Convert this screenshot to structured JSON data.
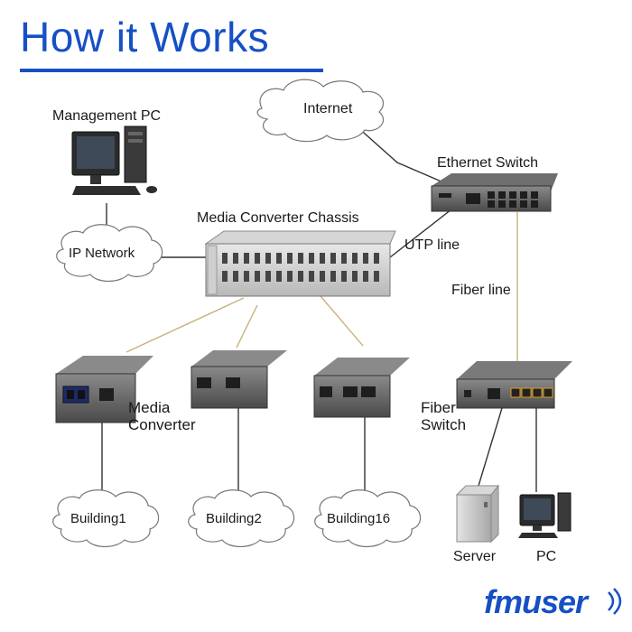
{
  "header": {
    "title": "How it Works"
  },
  "nodes": {
    "management_pc": "Management PC",
    "internet": "Internet",
    "ethernet_switch": "Ethernet Switch",
    "ip_network": "IP Network",
    "chassis": "Media Converter Chassis",
    "media_converter_line1": "Media",
    "media_converter_line2": "Converter",
    "fiber_switch_line1": "Fiber",
    "fiber_switch_line2": "Switch",
    "building1": "Building1",
    "building2": "Building2",
    "building16": "Building16",
    "server": "Server",
    "pc": "PC"
  },
  "links": {
    "utp_line": "UTP line",
    "fiber_line": "Fiber line"
  },
  "brand": {
    "logo": "fmuser"
  },
  "colors": {
    "title": "#1650c4",
    "fiber": "#c8b27a",
    "utp": "#333333"
  }
}
